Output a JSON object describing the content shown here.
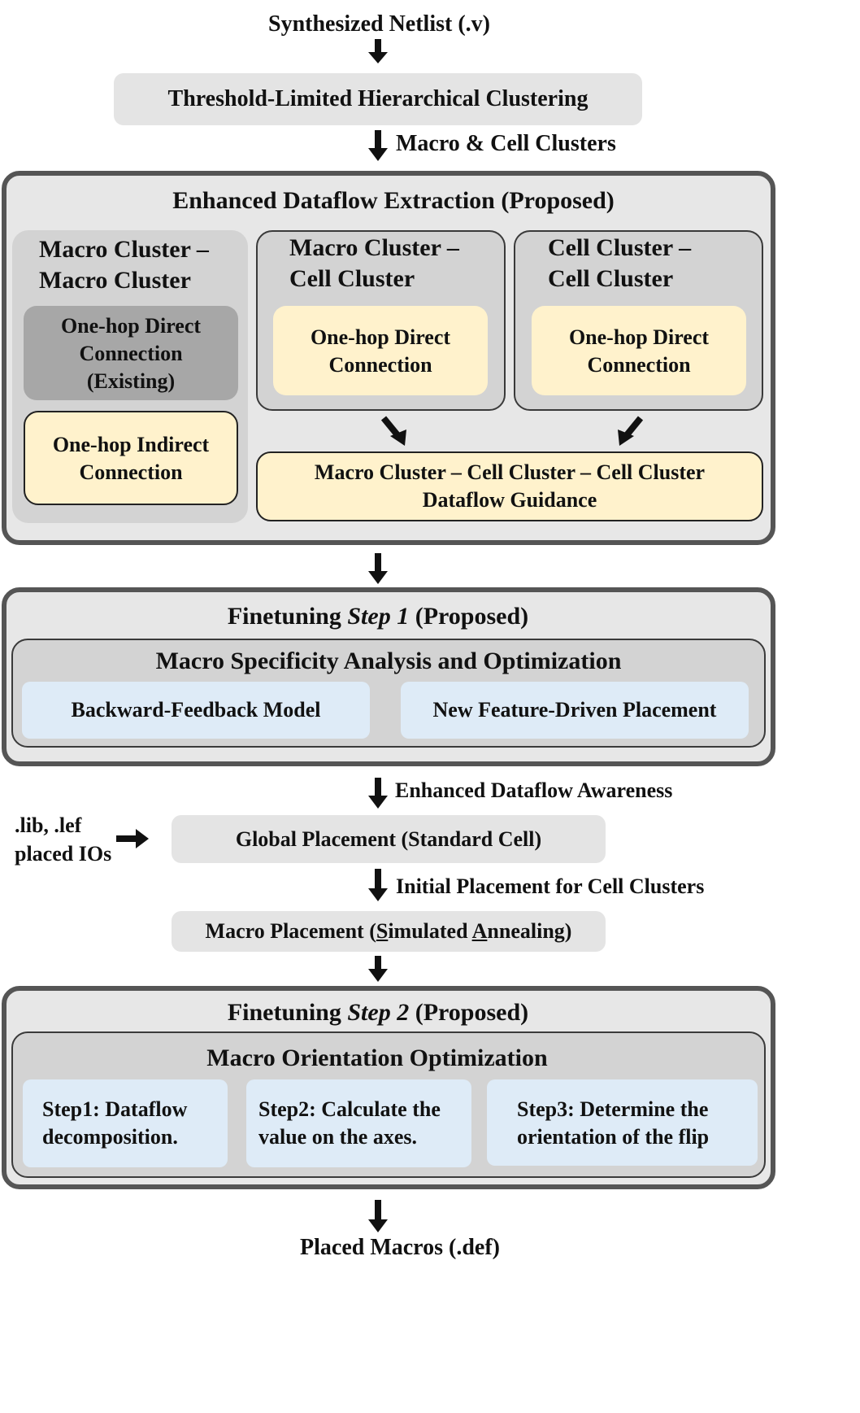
{
  "top": {
    "input": "Synthesized Netlist (.v)",
    "clustering": "Threshold-Limited Hierarchical Clustering",
    "clusters_label": "Macro & Cell Clusters"
  },
  "dataflow": {
    "title": "Enhanced Dataflow Extraction (Proposed)",
    "mm": {
      "title_l1": "Macro Cluster –",
      "title_l2": "Macro Cluster",
      "direct_l1": "One-hop Direct",
      "direct_l2": "Connection",
      "direct_l3": "(Existing)",
      "indirect_l1": "One-hop Indirect",
      "indirect_l2": "Connection"
    },
    "mc": {
      "title_l1": "Macro Cluster –",
      "title_l2": "Cell Cluster",
      "direct_l1": "One-hop Direct",
      "direct_l2": "Connection"
    },
    "cc": {
      "title_l1": "Cell Cluster –",
      "title_l2": "Cell Cluster",
      "direct_l1": "One-hop Direct",
      "direct_l2": "Connection"
    },
    "guidance_l1": "Macro Cluster – Cell Cluster – Cell Cluster",
    "guidance_l2": "Dataflow Guidance"
  },
  "step1": {
    "title_pre": "Finetuning ",
    "title_em": "Step 1",
    "title_post": " (Proposed)",
    "inner_title": "Macro Specificity Analysis and Optimization",
    "item1": "Backward-Feedback Model",
    "item2": "New Feature-Driven Placement"
  },
  "mid": {
    "awareness": "Enhanced Dataflow Awareness",
    "side_l1": ".lib, .lef",
    "side_l2": "placed IOs",
    "global": "Global Placement (Standard Cell)",
    "initial": "Initial Placement for Cell Clusters",
    "macro_pre": "Macro Placement (",
    "macro_s": "S",
    "macro_mid": "imulated ",
    "macro_a": "A",
    "macro_post": "nnealing)"
  },
  "step2": {
    "title_pre": "Finetuning ",
    "title_em": "Step 2",
    "title_post": " (Proposed)",
    "inner_title": "Macro Orientation Optimization",
    "s1_l1": "Step1: Dataflow",
    "s1_l2": "decomposition.",
    "s2_l1": "Step2: Calculate the",
    "s2_l2": "value on the axes.",
    "s3_l1": "Step3: Determine the",
    "s3_l2": "orientation of the flip"
  },
  "output": "Placed Macros (.def)",
  "colors": {
    "outer_border": "#555555",
    "panel": "#d3d3d3",
    "yellow": "#fff2cc",
    "blue": "#deebf7",
    "dark": "#a7a7a7"
  }
}
